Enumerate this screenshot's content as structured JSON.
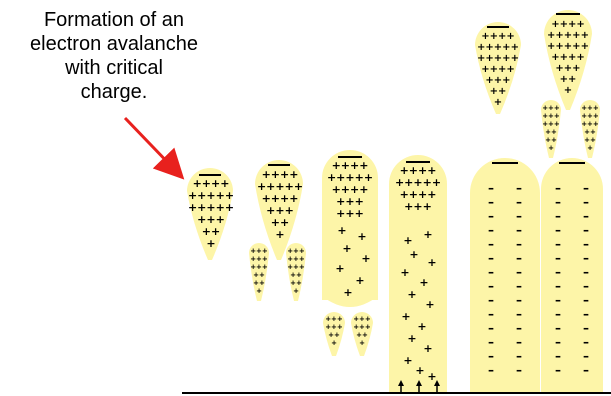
{
  "caption": {
    "line1": "Formation of an",
    "line2": "electron avalanche",
    "line3": "with critical",
    "line4": "charge."
  },
  "colors": {
    "streamer_fill": "#fdf5a8",
    "arrow": "#e8211e",
    "ground": "#000000"
  },
  "symbols": {
    "positive": "+",
    "negative": "–"
  }
}
